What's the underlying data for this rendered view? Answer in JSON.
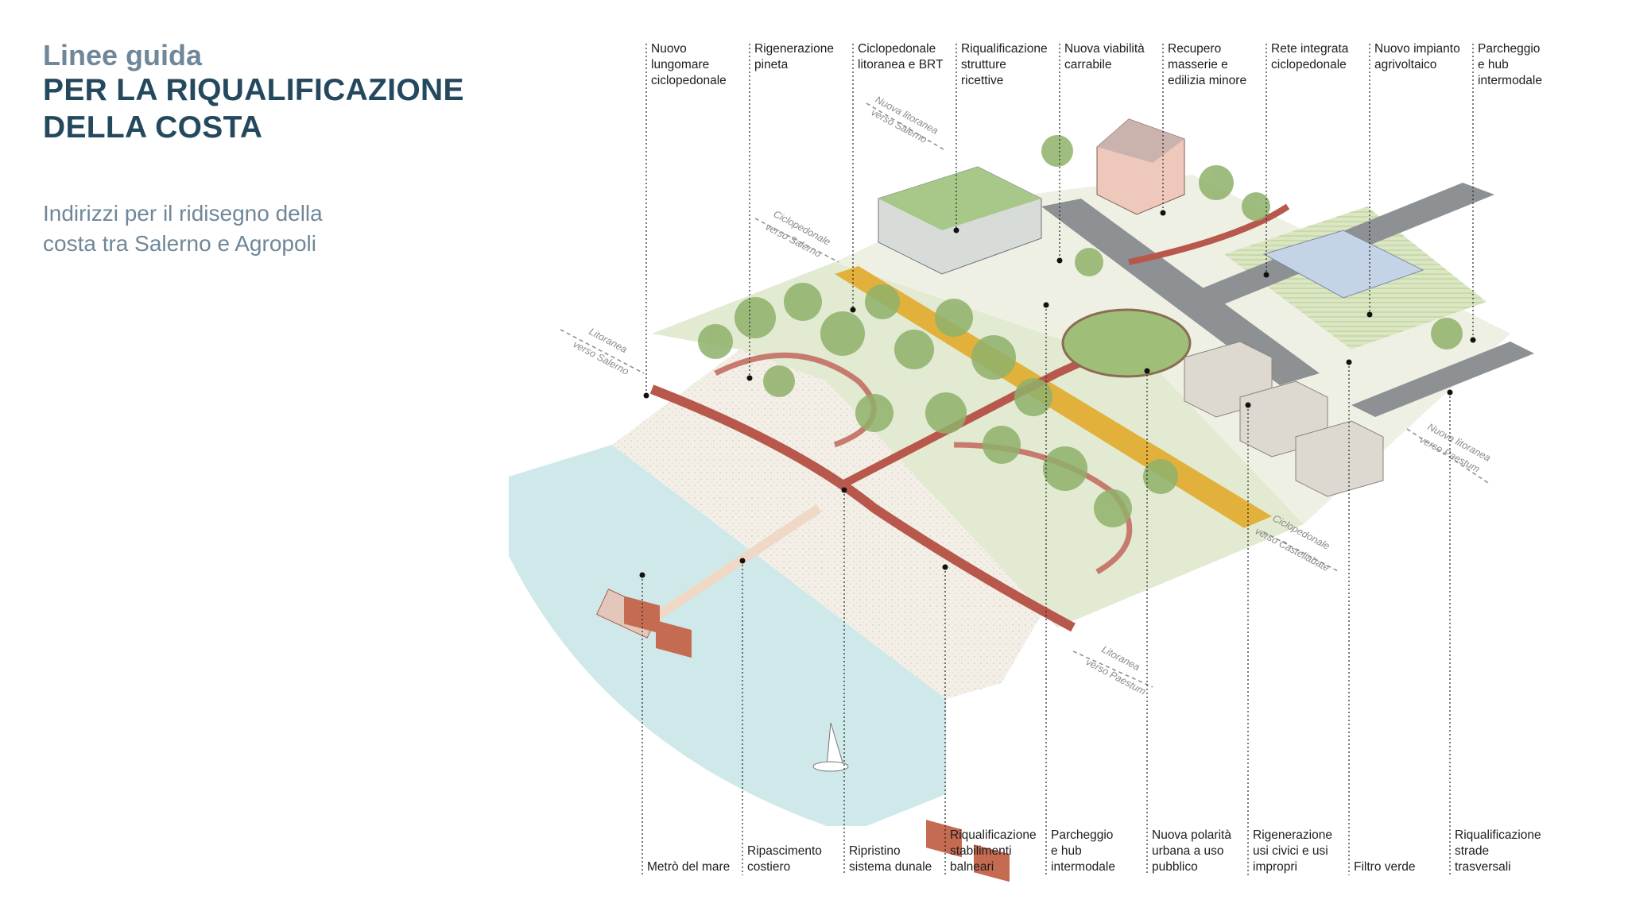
{
  "header": {
    "title_line1": "Linee guida",
    "title_line2": "PER LA RIQUALIFICAZIONE",
    "title_line3": "DELLA COSTA",
    "subtitle_line1": "Indirizzi per il ridisegno della",
    "subtitle_line2": "costa tra Salerno e Agropoli"
  },
  "top_labels": [
    {
      "l1": "Nuovo",
      "l2": "lungomare",
      "l3": "ciclopedonale"
    },
    {
      "l1": "Rigenerazione",
      "l2": "pineta",
      "l3": ""
    },
    {
      "l1": "Ciclopedonale",
      "l2": "litoranea e BRT",
      "l3": ""
    },
    {
      "l1": "Riqualificazione",
      "l2": "strutture",
      "l3": "ricettive"
    },
    {
      "l1": "Nuova viabilità",
      "l2": "carrabile",
      "l3": ""
    },
    {
      "l1": "Recupero",
      "l2": "masserie e",
      "l3": "edilizia minore"
    },
    {
      "l1": "Rete integrata",
      "l2": "ciclopedonale",
      "l3": ""
    },
    {
      "l1": "Nuovo impianto",
      "l2": "agrivoltaico",
      "l3": ""
    },
    {
      "l1": "Parcheggio",
      "l2": "e hub",
      "l3": "intermodale"
    }
  ],
  "bottom_labels": [
    {
      "l1": "",
      "l2": "",
      "l3": "Metrò del mare"
    },
    {
      "l1": "",
      "l2": "Ripascimento",
      "l3": "costiero"
    },
    {
      "l1": "",
      "l2": "Ripristino",
      "l3": "sistema dunale"
    },
    {
      "l1": "Riqualificazione",
      "l2": "stabilimenti",
      "l3": "balneari"
    },
    {
      "l1": "Parcheggio",
      "l2": "e hub",
      "l3": "intermodale"
    },
    {
      "l1": "Nuova polarità",
      "l2": "urbana a uso",
      "l3": "pubblico"
    },
    {
      "l1": "Rigenerazione",
      "l2": "usi civici e usi",
      "l3": "impropri"
    },
    {
      "l1": "",
      "l2": "",
      "l3": "Filtro verde"
    },
    {
      "l1": "Riqualificazione",
      "l2": "strade",
      "l3": "trasversali"
    }
  ],
  "direction_labels": {
    "nuova_litoranea_salerno_1": "Nuova litoranea",
    "nuova_litoranea_salerno_2": "verso Salerno",
    "ciclopedonale_salerno_1": "Ciclopedonale",
    "ciclopedonale_salerno_2": "verso Salerno",
    "litoranea_salerno_1": "Litoranea",
    "litoranea_salerno_2": "verso Salerno",
    "nuova_litoranea_paestum_1": "Nuova litoranea",
    "nuova_litoranea_paestum_2": "verso Paestum",
    "ciclopedonale_castellabate_1": "Ciclopedonale",
    "ciclopedonale_castellabate_2": "verso Castellabate",
    "litoranea_paestum_1": "Litoranea",
    "litoranea_paestum_2": "verso Paestum"
  },
  "colors": {
    "title_light": "#6f8798",
    "title_dark": "#24495f",
    "sea": "#cfe9ea",
    "sand": "#f2ede4",
    "green_dark": "#7ea45a",
    "green_light": "#c6d9a0",
    "path_red": "#b8584c",
    "road_grey": "#8e9194",
    "bike_yellow": "#e2b13c",
    "building": "#c56b52"
  }
}
